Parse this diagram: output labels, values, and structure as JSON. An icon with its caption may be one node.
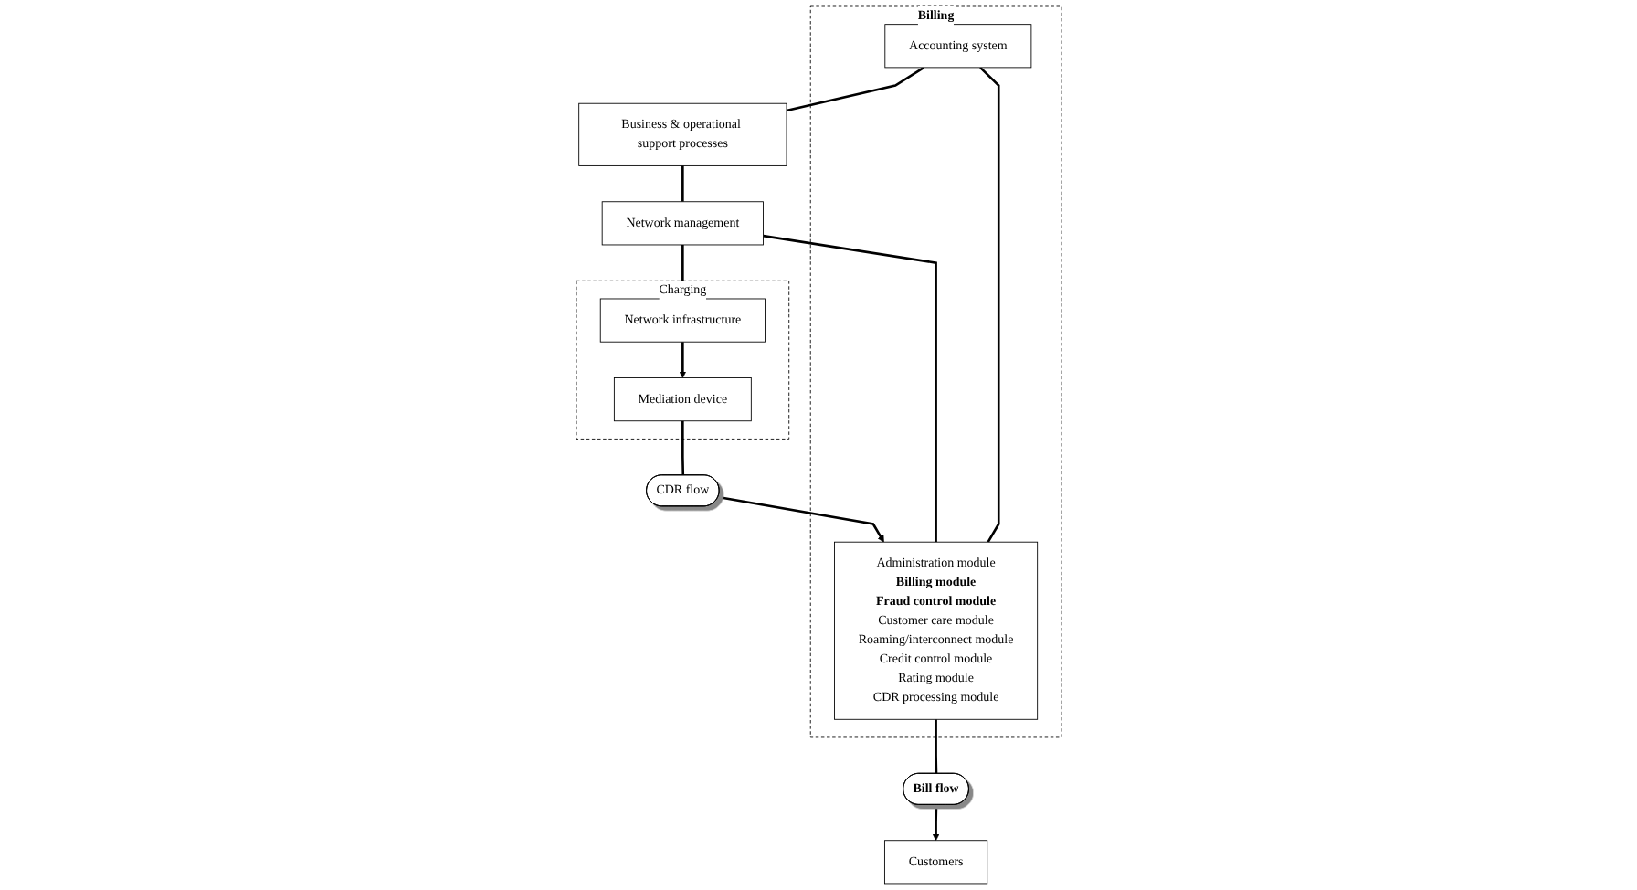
{
  "diagram": {
    "nodes": [
      {
        "text": [
          "Billing"
        ]
      },
      {
        "text": [
          "Accounting system"
        ],
        "in": 0
      },
      {
        "text": [
          "Business & operational support processes"
        ]
      },
      {
        "text": [
          "Administration module",
          "Billing module",
          "Fraud control module",
          "Customer care module",
          "Roaming/interconnect module",
          "Credit control module",
          "Rating module",
          "CDR processing module"
        ],
        "in": 0
      },
      {
        "text": [
          "Customers"
        ]
      },
      {
        "text": [
          "Bill flow"
        ]
      },
      {
        "text": [
          "Network management"
        ]
      },
      {
        "text": [
          "CDR flow"
        ]
      },
      {
        "text": [
          "Charging"
        ]
      },
      {
        "text": [
          "Mediation device"
        ],
        "in": 8
      },
      {
        "text": [
          "Network infrastructure"
        ],
        "in": 8
      }
    ],
    "edges": [
      {
        "from": 1,
        "to": 2,
        "arrow": "none"
      },
      {
        "from": 1,
        "to": 3,
        "arrow": "none"
      },
      {
        "from": 3,
        "to": 5,
        "arrow": "none"
      },
      {
        "from": 5,
        "to": 4,
        "arrow": "to"
      },
      {
        "from": 3,
        "to": 6,
        "arrow": "none"
      },
      {
        "from": 2,
        "to": 6,
        "arrow": "none"
      },
      {
        "from": 6,
        "to": 10,
        "arrow": "none"
      },
      {
        "from": 10,
        "to": 9,
        "arrow": "to"
      },
      {
        "from": 9,
        "to": 7,
        "arrow": "none"
      },
      {
        "from": 7,
        "to": 3,
        "arrow": "to"
      }
    ]
  }
}
